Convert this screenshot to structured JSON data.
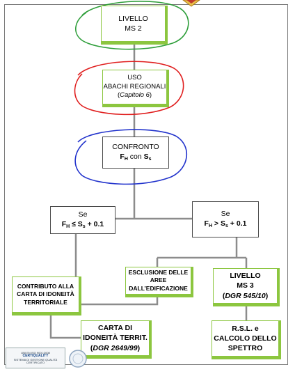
{
  "colors": {
    "frame": "#7a7a7a",
    "connector": "#8c8c8c",
    "accent_green": "#8cc63f",
    "circle_green": "#2e9e3a",
    "circle_red": "#e01f1f",
    "circle_blue": "#2233cc"
  },
  "nodes": {
    "livello_ms2": {
      "line1": "LIVELLO",
      "line2": "MS 2"
    },
    "uso_abachi": {
      "line1": "USO",
      "line2": "ABACHI REGIONALI",
      "ref_open": "(",
      "ref_italic": "Capitolo 6",
      "ref_close": ")"
    },
    "confronto": {
      "line1": "CONFRONTO",
      "f": "F",
      "f_sub": "H",
      "mid": " con ",
      "s": "S",
      "s_sub": "s"
    },
    "se_left": {
      "line1": "Se",
      "f": "F",
      "f_sub": "H",
      "op": " ≤ S",
      "s_sub": "s",
      "tail": " + 0.1"
    },
    "se_right": {
      "line1": "Se",
      "f": "F",
      "f_sub": "H",
      "op": " > S",
      "s_sub": "s",
      "tail": " + 0.1"
    },
    "contributo": {
      "line1": "CONTRIBUTO ALLA",
      "line2": "CARTA DI IDONEITÀ",
      "line3": "TERRITORIALE"
    },
    "esclusione": {
      "line1": "ESCLUSIONE DELLE",
      "line2": "AREE",
      "line3": "DALL’EDIFICAZIONE"
    },
    "livello_ms3": {
      "line1": "LIVELLO",
      "line2": "MS 3",
      "ref_open": "(",
      "ref_italic": "DGR 545/10",
      "ref_close": ")"
    },
    "carta": {
      "line1": "CARTA DI",
      "line2": "IDONEITÀ TERRIT.",
      "ref_open": "(",
      "ref_italic": "DGR 2649/99",
      "ref_close": ")"
    },
    "rsl": {
      "line1": "R.S.L. e",
      "line2": "CALCOLO DELLO",
      "line3": "SPETTRO"
    }
  },
  "certification": {
    "line1": "UNI EN ISO 9001:2008",
    "line2": "CERTIQUALITY",
    "line3": "SISTEMA DI GESTIONE QUALITÀ CERTIFICATO"
  }
}
